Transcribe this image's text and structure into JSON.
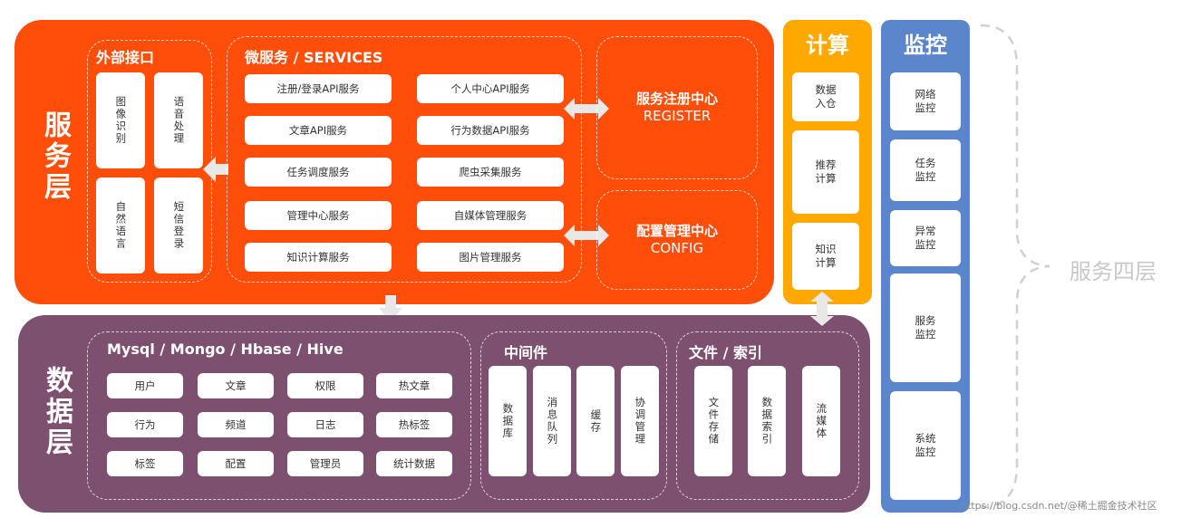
{
  "service_layer": {
    "title": "服务层",
    "external": {
      "title": "外部接口",
      "items": [
        "图像识别",
        "语音处理",
        "自然语言",
        "短信登录"
      ]
    },
    "micro": {
      "title": "微服务 / SERVICES",
      "left": [
        "注册/登录API服务",
        "文章API服务",
        "任务调度服务",
        "管理中心服务",
        "知识计算服务"
      ],
      "right": [
        "个人中心API服务",
        "行为数据API服务",
        "爬虫采集服务",
        "自媒体管理服务",
        "图片管理服务"
      ]
    },
    "register": {
      "line1": "服务注册中心",
      "line2": "REGISTER"
    },
    "config": {
      "line1": "配置管理中心",
      "line2": "CONFIG"
    }
  },
  "data_layer": {
    "title": "数据层",
    "db": {
      "title": "Mysql / Mongo / Hbase / Hive",
      "rows": [
        [
          "用户",
          "文章",
          "权限",
          "热文章"
        ],
        [
          "行为",
          "频道",
          "日志",
          "热标签"
        ],
        [
          "标签",
          "配置",
          "管理员",
          "统计数据"
        ]
      ]
    },
    "middleware": {
      "title": "中间件",
      "items": [
        "数据库",
        "消息队列",
        "缓存",
        "协调管理"
      ]
    },
    "file_index": {
      "title": "文件 / 索引",
      "items": [
        "文件存储",
        "数据索引",
        "流媒体"
      ]
    }
  },
  "compute": {
    "title": "计算",
    "items": [
      [
        "数据",
        "入仓"
      ],
      [
        "推荐",
        "计算"
      ],
      [
        "知识",
        "计算"
      ]
    ]
  },
  "monitor": {
    "title": "监控",
    "items": [
      [
        "网络",
        "监控"
      ],
      [
        "任务",
        "监控"
      ],
      [
        "异常",
        "监控"
      ],
      [
        "服务",
        "监控"
      ],
      [
        "系统",
        "监控"
      ]
    ]
  },
  "brace_label": "服务四层",
  "watermark": "https://blog.csdn.net/@稀土掘金技术社区",
  "colors": {
    "service": "#fe4e0a",
    "data": "#7d5070",
    "compute": "#ffa800",
    "monitor": "#5b86cc"
  }
}
